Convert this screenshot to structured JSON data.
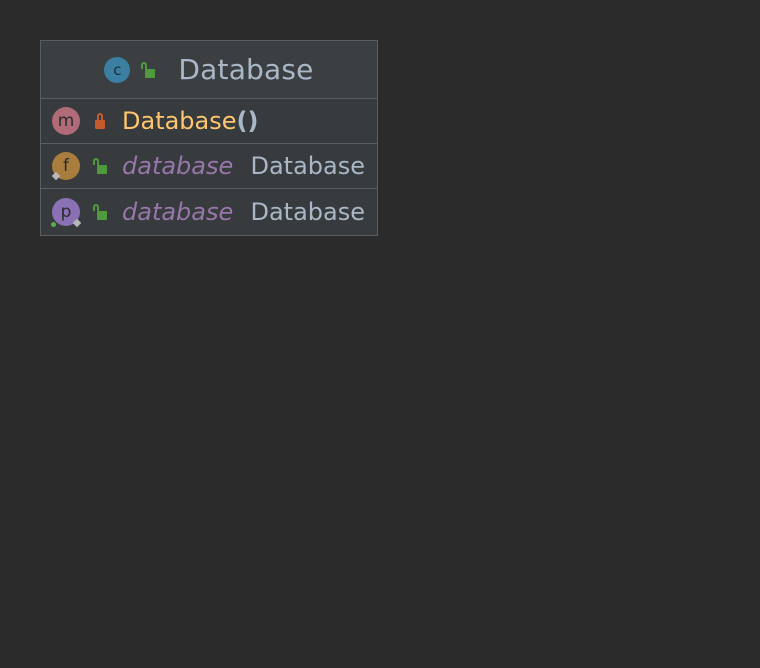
{
  "class_box": {
    "class_icon_letter": "c",
    "name": "Database",
    "members": [
      {
        "kind": "method",
        "icon_letter": "m",
        "visibility": "private",
        "name": "Database",
        "params": "()"
      },
      {
        "kind": "field",
        "icon_letter": "f",
        "visibility": "public",
        "name": "database",
        "type": "Database"
      },
      {
        "kind": "property",
        "icon_letter": "p",
        "visibility": "public",
        "name": "database",
        "type": "Database"
      }
    ]
  },
  "colors": {
    "background": "#2b2b2b",
    "class_icon": "#3b7fa3",
    "method_icon": "#b06a78",
    "field_icon": "#a87d3d",
    "property_icon": "#8a71b3",
    "method_name": "#ffc66d",
    "field_name": "#9876aa",
    "type_text": "#a9b7c6",
    "open_lock": "#4e9a3c",
    "closed_lock": "#c75a2a"
  }
}
